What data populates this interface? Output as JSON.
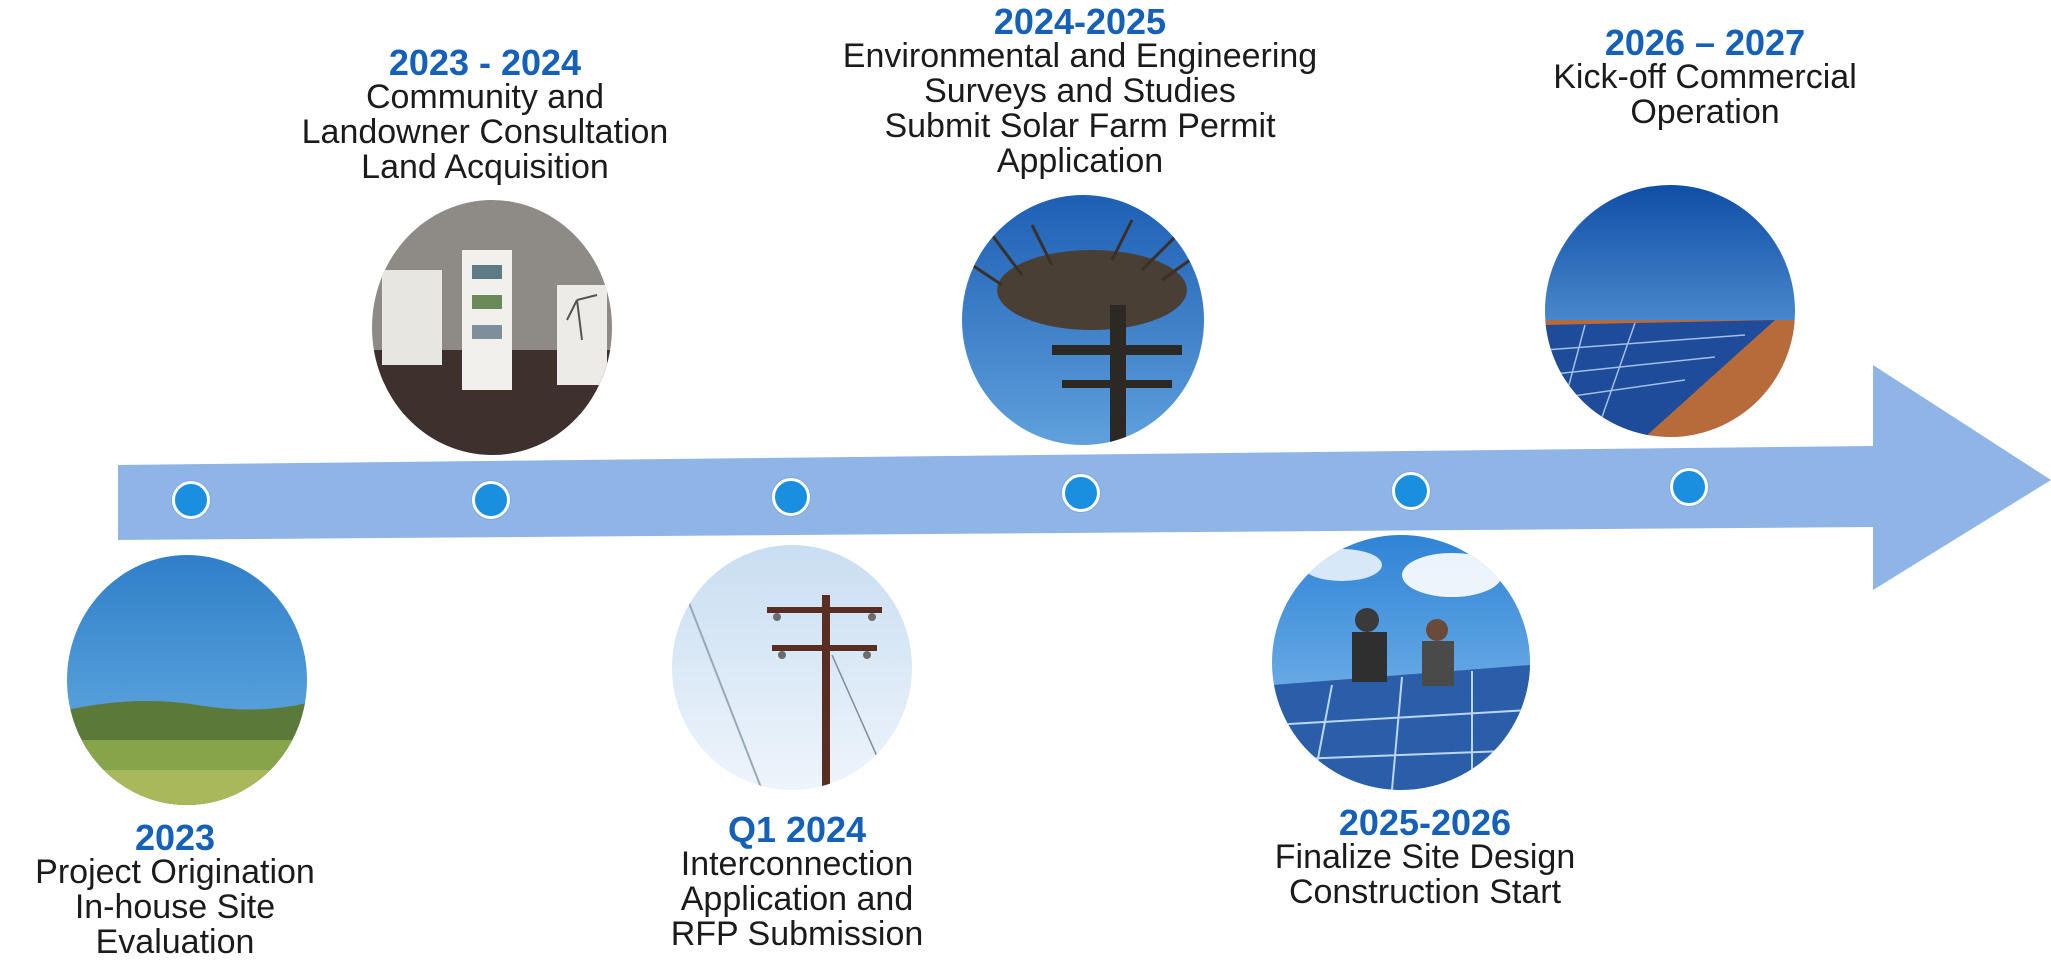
{
  "colors": {
    "arrow": "#8fb4e6",
    "marker": "#1a8fe0",
    "year_text": "#1560b8",
    "body_text": "#1b1b1b"
  },
  "milestones": [
    {
      "year": "2023",
      "lines": [
        "Project Origination",
        "In-house Site",
        "Evaluation"
      ],
      "photo": "green-field-photo"
    },
    {
      "year": "2023 - 2024",
      "lines": [
        "Community and",
        "Landowner Consultation",
        "Land Acquisition"
      ],
      "photo": "community-meeting-photo"
    },
    {
      "year": "Q1 2024",
      "lines": [
        "Interconnection",
        "Application and",
        "RFP Submission"
      ],
      "photo": "power-pole-photo"
    },
    {
      "year": "2024-2025",
      "lines": [
        "Environmental and Engineering",
        "Surveys and Studies",
        "Submit Solar Farm Permit",
        "Application"
      ],
      "photo": "osprey-nest-photo"
    },
    {
      "year": "2025-2026",
      "lines": [
        "Finalize Site Design",
        "Construction Start"
      ],
      "photo": "solar-installers-photo"
    },
    {
      "year": "2026 – 2027",
      "lines": [
        "Kick-off Commercial",
        "Operation"
      ],
      "photo": "solar-array-photo"
    }
  ]
}
